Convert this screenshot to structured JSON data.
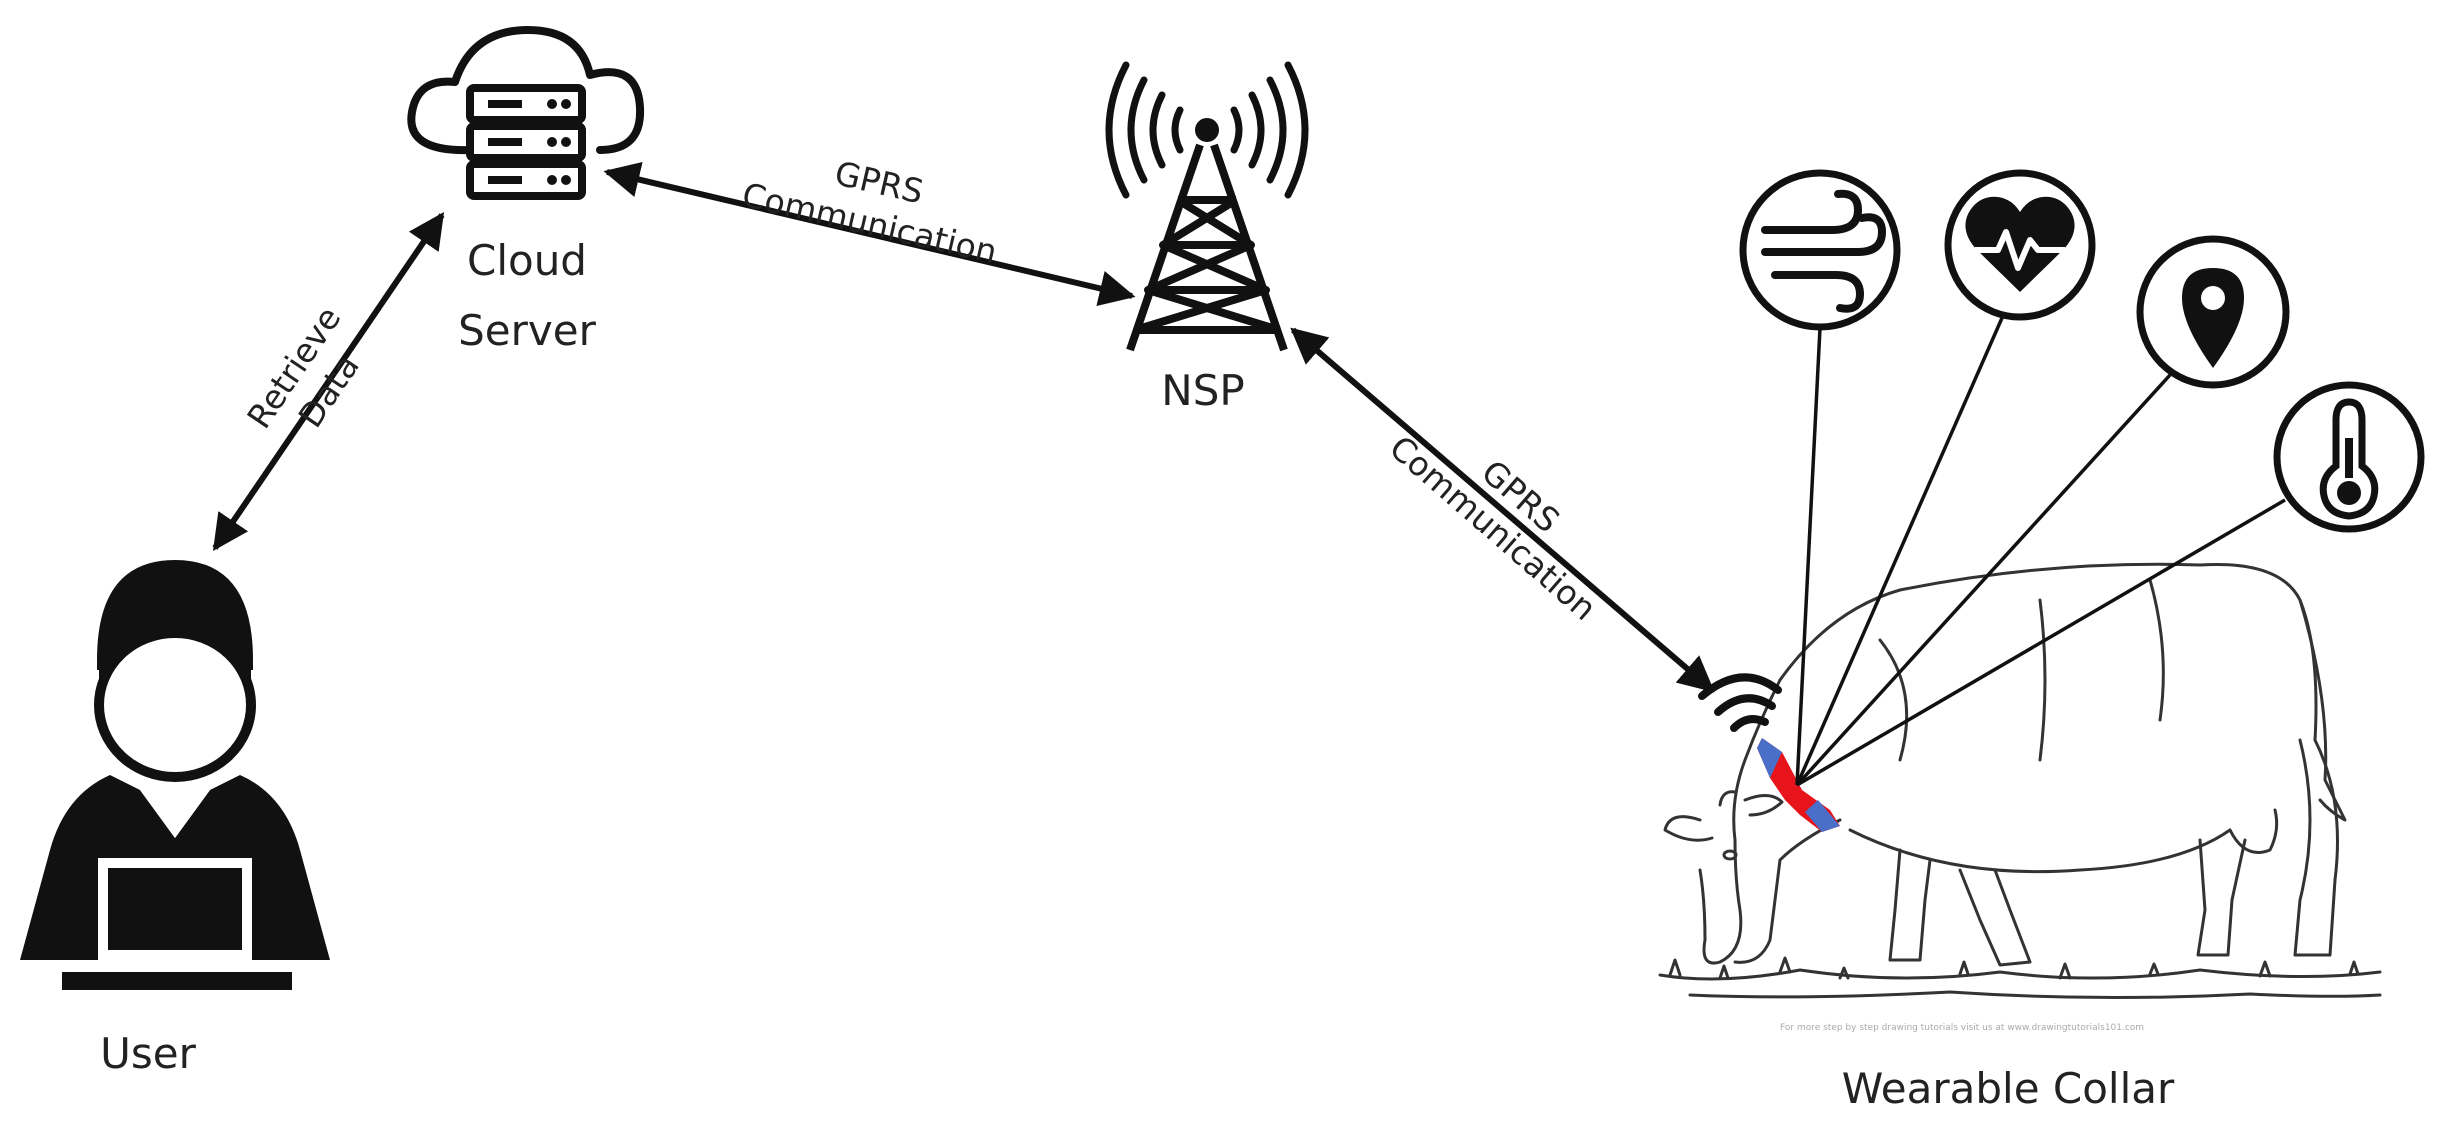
{
  "nodes": {
    "cloud_server": {
      "label_line1": "Cloud",
      "label_line2": "Server",
      "icon": "cloud-server-icon"
    },
    "nsp": {
      "label": "NSP",
      "icon": "cell-tower-icon"
    },
    "user": {
      "label": "User",
      "icon": "user-laptop-icon"
    },
    "collar": {
      "label": "Wearable Collar",
      "icon": "cow-with-collar-icon"
    }
  },
  "edges": {
    "cloud_nsp": {
      "label_line1": "GPRS",
      "label_line2": "Communication"
    },
    "nsp_collar": {
      "label_line1": "GPRS",
      "label_line2": "Communication"
    },
    "user_cloud": {
      "label_line1": "Retrieve",
      "label_line2": "Data"
    }
  },
  "sensors": [
    {
      "name": "wind-sensor",
      "icon": "wind-icon"
    },
    {
      "name": "heart-rate-sensor",
      "icon": "heart-pulse-icon"
    },
    {
      "name": "gps-sensor",
      "icon": "location-pin-icon"
    },
    {
      "name": "temperature-sensor",
      "icon": "thermometer-icon"
    }
  ],
  "colors": {
    "collar_red": "#e8141c",
    "collar_blue": "#4a6fc8",
    "ink": "#111111"
  },
  "watermark": "For more step by step drawing tutorials visit us at www.drawingtutorials101.com"
}
